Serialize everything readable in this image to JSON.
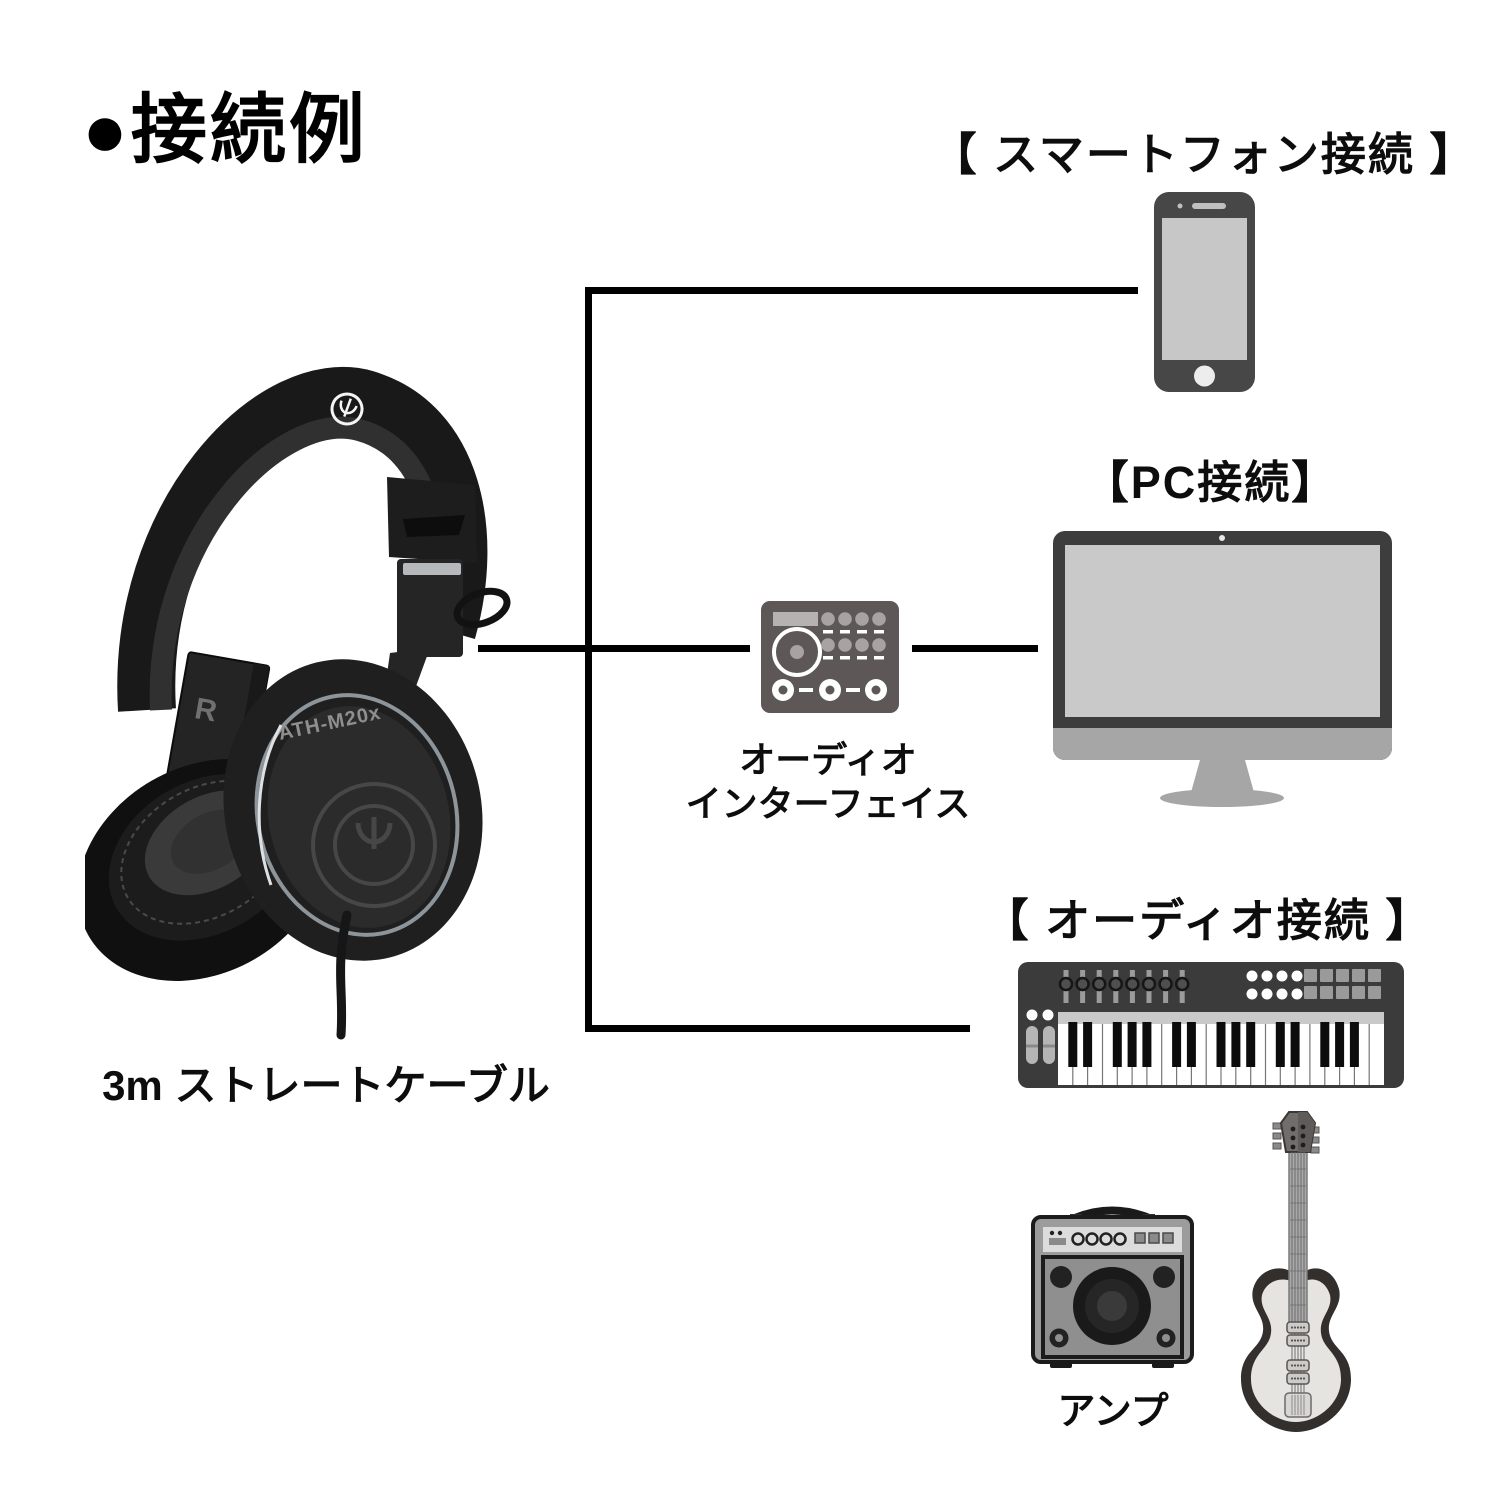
{
  "heading": "●接続例",
  "product": {
    "model": "ATH-M20x",
    "ear_marker": "R",
    "cable_label": "3m ストレートケーブル"
  },
  "sections": {
    "smartphone": {
      "label": "【 スマートフォン接続 】"
    },
    "pc": {
      "label": "【PC接続】"
    },
    "interface": {
      "label_line1": "オーディオ",
      "label_line2": "インターフェイス"
    },
    "audio": {
      "label": "【 オーディオ接続 】",
      "amp_label": "アンプ"
    }
  },
  "colors": {
    "background": "#ffffff",
    "connector_line": "#000000",
    "text": "#0d0d0d",
    "device_dark": "#434343",
    "device_mid": "#8f8f8f",
    "device_light": "#c9c9c9",
    "interface_body": "#5d5757"
  }
}
